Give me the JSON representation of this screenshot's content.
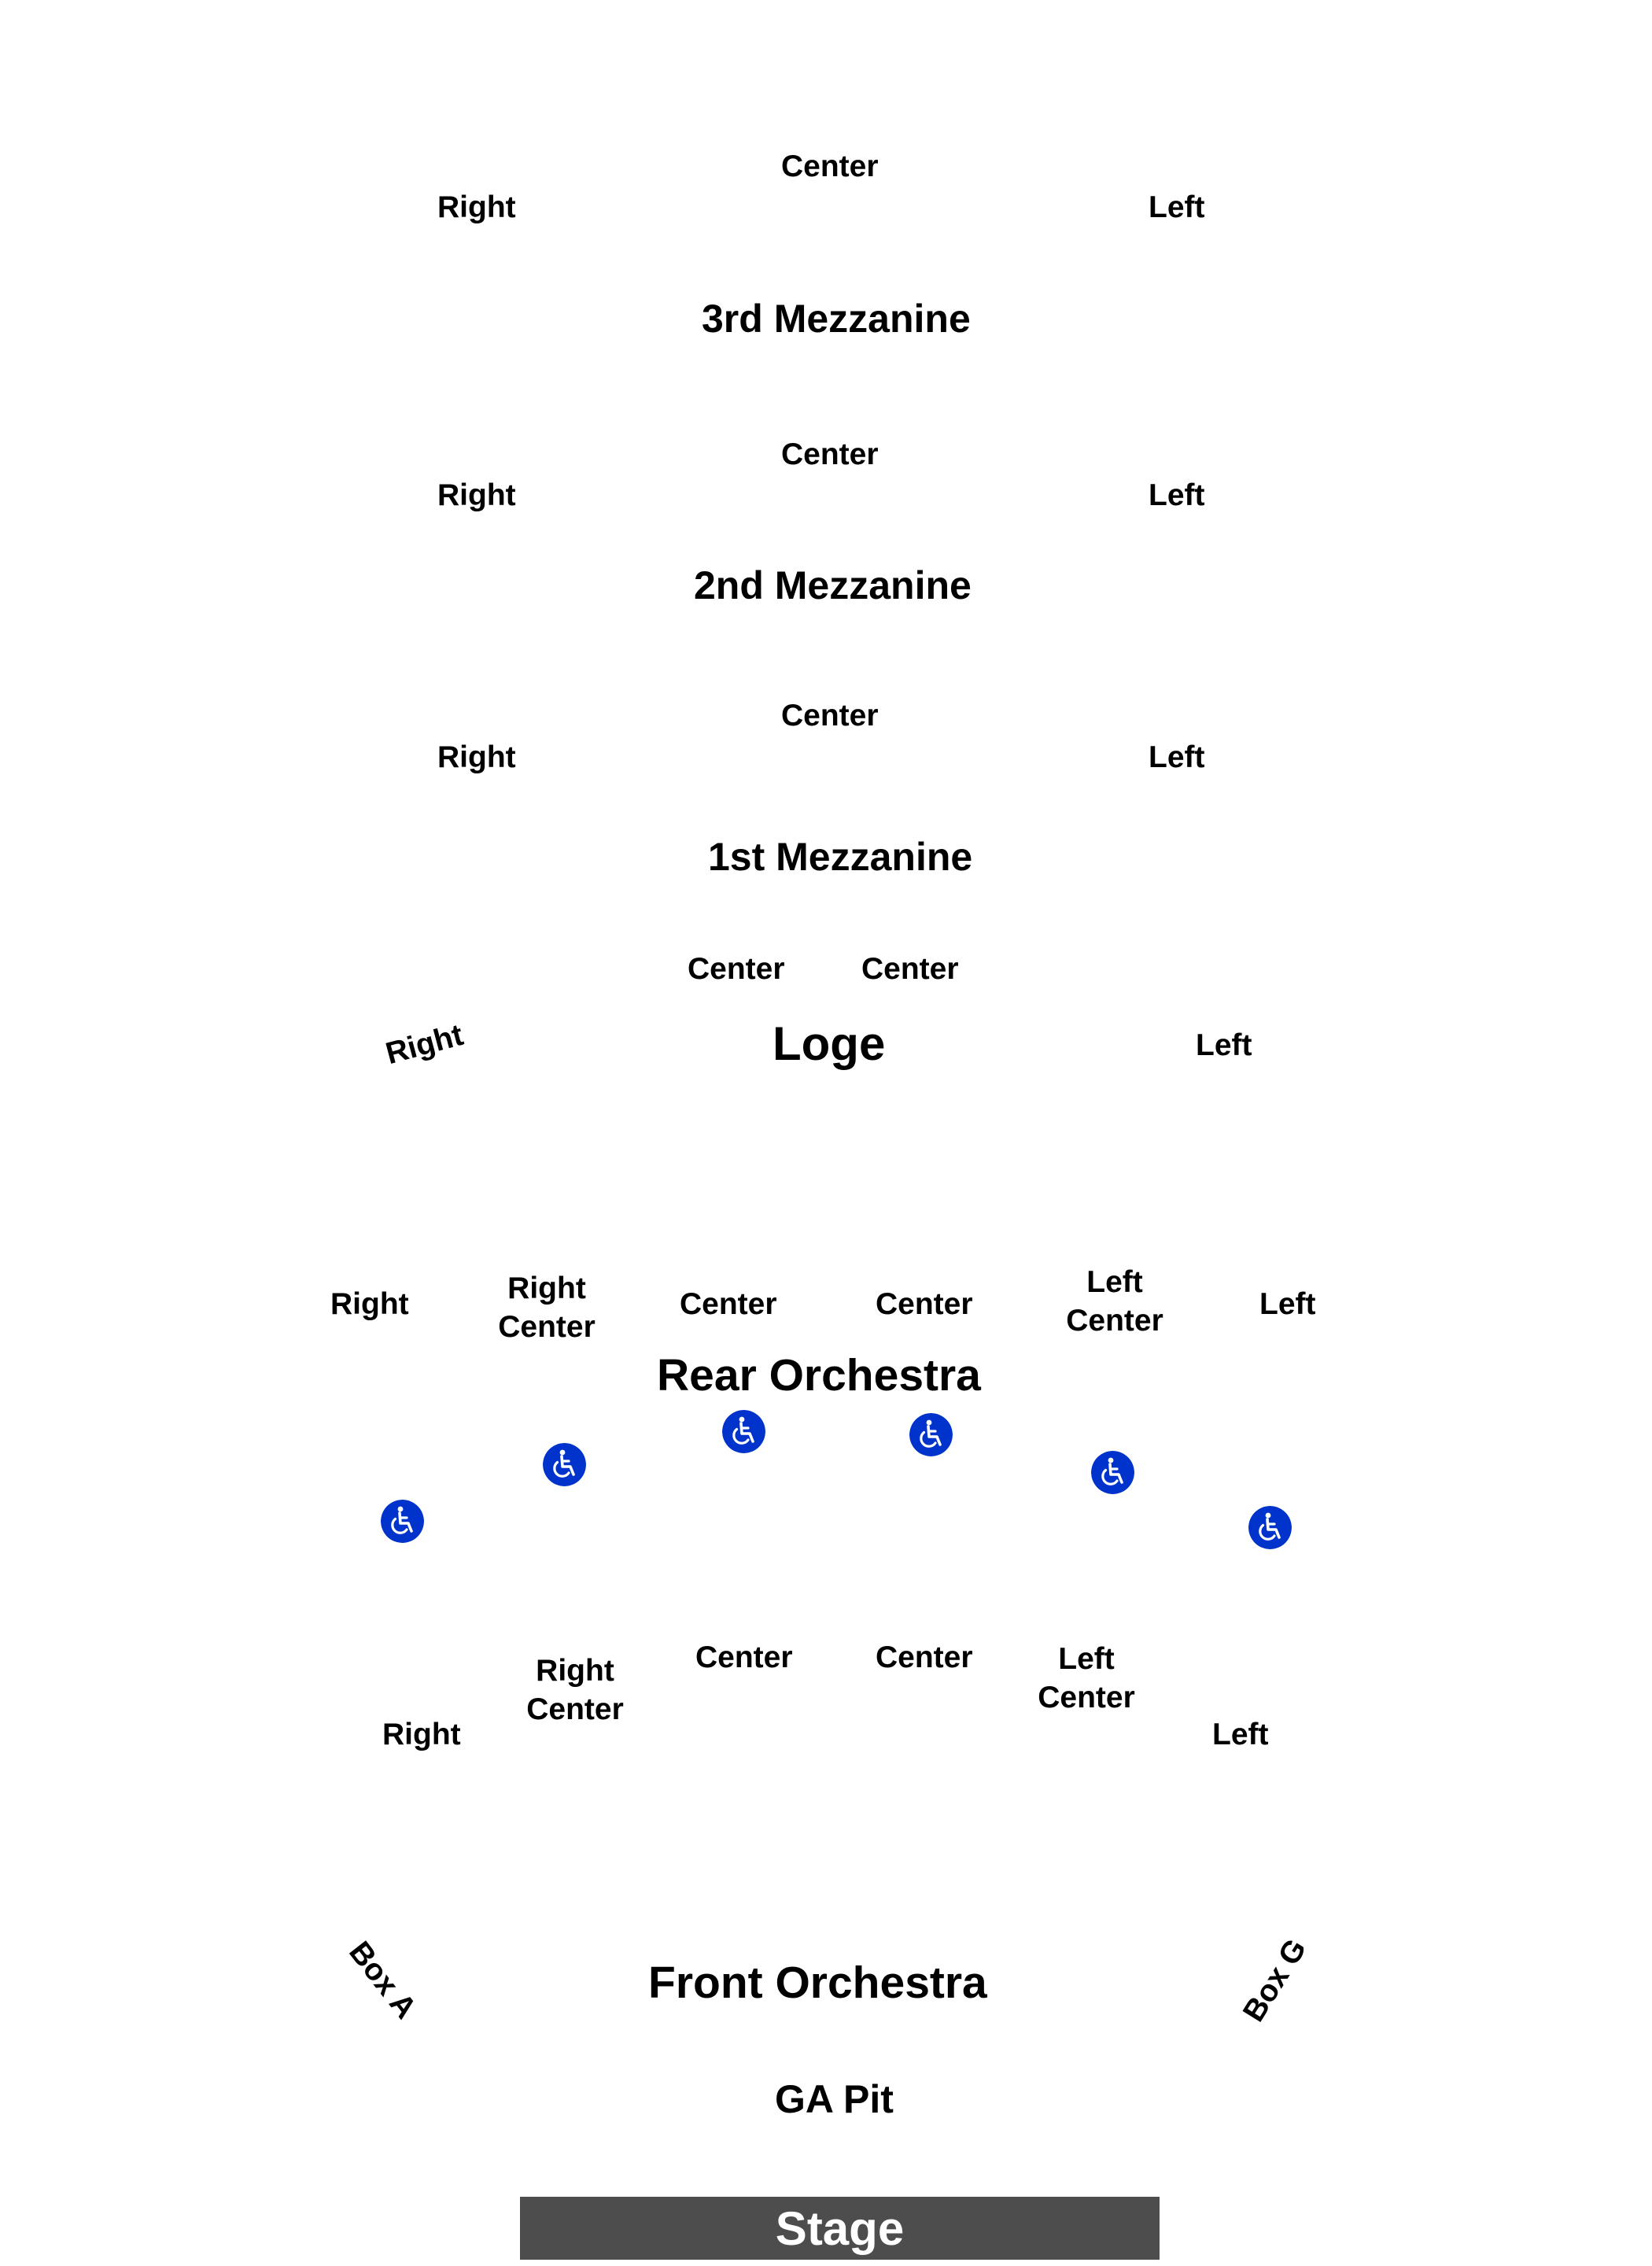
{
  "map": {
    "third_mezzanine": {
      "title": "3rd Mezzanine",
      "center": "Center",
      "right": "Right",
      "left": "Left"
    },
    "second_mezzanine": {
      "title": "2nd Mezzanine",
      "center": "Center",
      "right": "Right",
      "left": "Left"
    },
    "first_mezzanine": {
      "title": "1st Mezzanine",
      "center": "Center",
      "right": "Right",
      "left": "Left"
    },
    "loge": {
      "title": "Loge",
      "center_1": "Center",
      "center_2": "Center",
      "right": "Right",
      "left": "Left"
    },
    "rear_orchestra": {
      "title": "Rear Orchestra",
      "right": "Right",
      "right_center": "Right\nCenter",
      "center_1": "Center",
      "center_2": "Center",
      "left_center": "Left\nCenter",
      "left": "Left"
    },
    "front_orchestra": {
      "title": "Front Orchestra",
      "right": "Right",
      "right_center": "Right\nCenter",
      "center_1": "Center",
      "center_2": "Center",
      "left_center": "Left\nCenter",
      "left": "Left"
    },
    "boxes": {
      "box_a": "Box A",
      "box_g": "Box G"
    },
    "ga_pit": "GA Pit",
    "stage": "Stage"
  },
  "icons": {
    "accessible_seating": "wheelchair-icon"
  },
  "colors": {
    "accessible_icon_bg": "#0033cc",
    "stage_bg": "#4d4d4d",
    "stage_text": "#ffffff",
    "label_text": "#000000"
  }
}
